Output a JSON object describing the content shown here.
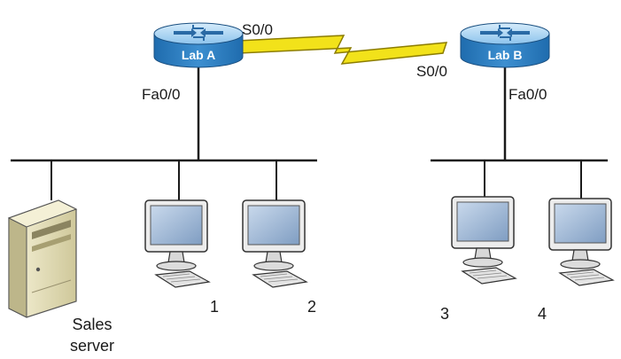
{
  "routers": [
    {
      "id": "lab-a",
      "label": "Lab A"
    },
    {
      "id": "lab-b",
      "label": "Lab B"
    }
  ],
  "interfaces": {
    "lab_a_serial": "S0/0",
    "lab_a_fast": "Fa0/0",
    "lab_b_serial": "S0/0",
    "lab_b_fast": "Fa0/0"
  },
  "hosts": {
    "server_line1": "Sales",
    "server_line2": "server",
    "pc1": "1",
    "pc2": "2",
    "pc3": "3",
    "pc4": "4"
  },
  "colors": {
    "router_body": "#3d8fd0",
    "router_top": "#a9d2f0",
    "serial_link": "#f2e21a",
    "serial_link_outline": "#9a8a00",
    "wire": "#1a1a1a",
    "monitor_frame": "#e6e6e6",
    "monitor_screen": "#9fb8d6",
    "server_body": "#e8e3c0"
  }
}
